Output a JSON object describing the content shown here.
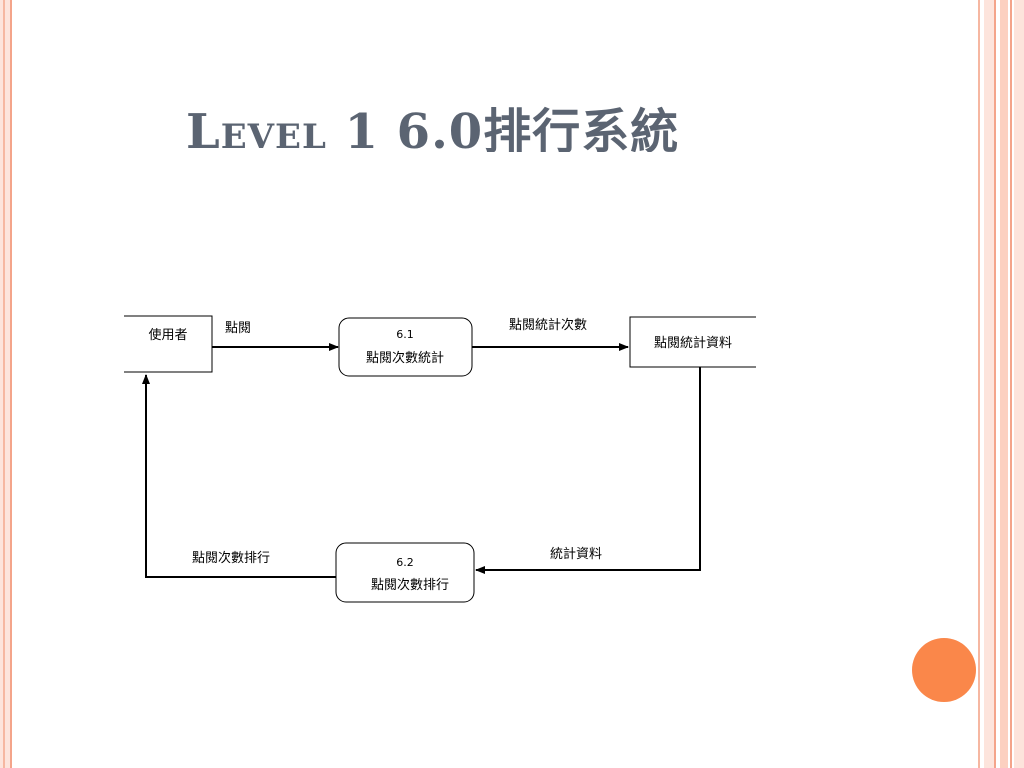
{
  "slide": {
    "title": "Level 1  6.0排行系統"
  },
  "diagram": {
    "entity_user": "使用者",
    "flow_view": "點閱",
    "process_61_id": "6.1",
    "process_61_label": "點閱次數統計",
    "flow_view_count": "點閱統計次數",
    "datastore_label": "點閱統計資料",
    "flow_stats_data": "統計資料",
    "process_62_id": "6.2",
    "process_62_label": "點閱次數排行",
    "flow_ranking": "點閱次數排行"
  },
  "colors": {
    "accent_circle": "#fa874a",
    "title_text": "#5b6472",
    "stripe": "#f4a48a"
  }
}
